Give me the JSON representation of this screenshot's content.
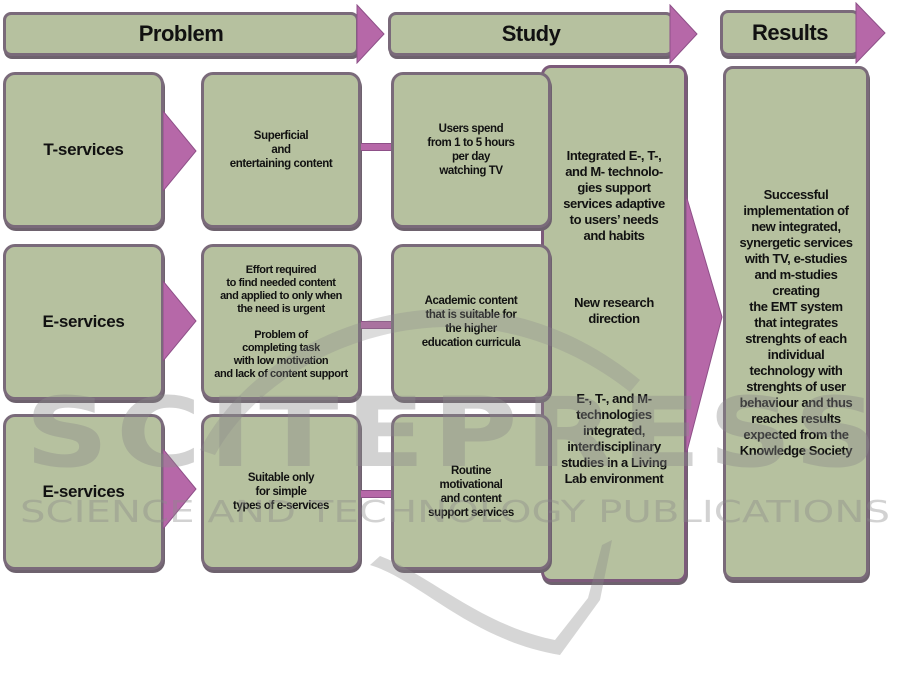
{
  "headers": {
    "problem": "Problem",
    "study": "Study",
    "results": "Results"
  },
  "rows": [
    {
      "label": "T-services",
      "problem_detail": "Superficial\nand\nentertaining content",
      "study_detail": "Users spend\nfrom 1 to 5 hours\nper day\nwatching TV"
    },
    {
      "label": "E-services",
      "problem_detail": "Effort required\nto find needed content\nand applied to only when\nthe need is urgent\n\nProblem of\ncompleting task\nwith low motivation\nand lack of content support",
      "study_detail": "Academic content\nthat is suitable for\nthe higher\neducation curricula"
    },
    {
      "label": "E-services",
      "problem_detail": "Suitable only\nfor simple\ntypes of e-services",
      "study_detail": "Routine\nmotivational\nand content\nsupport services"
    }
  ],
  "study_column": {
    "block1": "Integrated E-, T-,\nand M- technolo-\ngies support\nservices adaptive\nto users’ needs\nand habits",
    "block2": "New research\ndirection",
    "block3": "E-, T-, and M-\ntechnologies\nintegrated,\ninterdisciplinary\nstudies in a Living\nLab environment"
  },
  "results_column": {
    "text": "Successful\nimplementation of\nnew integrated,\nsynergetic services\nwith TV, e-studies\nand m-studies\ncreating\nthe EMT system\nthat integrates\nstrenghts of each\nindividual\ntechnology with\nstrenghts of user\nbehaviour and thus\nreaches results\nexpected from the\nKnowledge Society"
  },
  "watermark": {
    "line1": "SCITEPRESS",
    "line2": "SCIENCE AND TECHNOLOGY PUBLICATIONS"
  },
  "colors": {
    "box_fill": "#b6c19f",
    "box_border": "#7a6a7a",
    "arrow": "#b668a8",
    "watermark": "#9a9a9a"
  }
}
